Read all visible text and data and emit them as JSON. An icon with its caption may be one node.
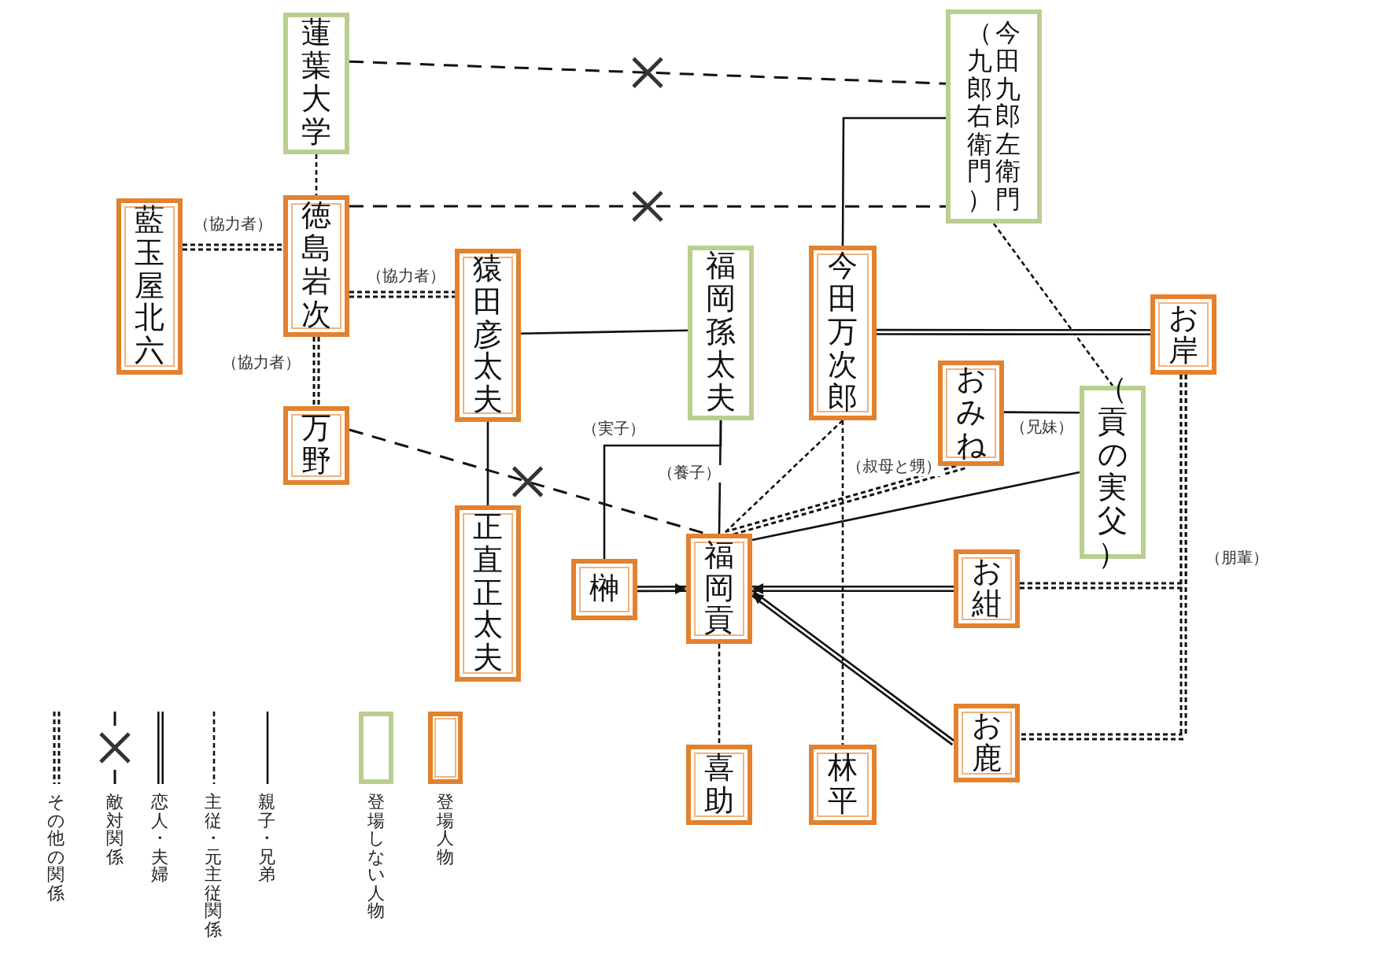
{
  "diagram": {
    "nodes": [
      {
        "text": [
          "蓮葉大学"
        ]
      },
      {
        "text": [
          "（九郎右衛門）",
          "今田九郎左衛門"
        ]
      },
      {
        "text": [
          "藍玉屋北六"
        ]
      },
      {
        "text": [
          "徳島岩次"
        ]
      },
      {
        "text": [
          "猿田彦太夫"
        ]
      },
      {
        "text": [
          "福岡孫太夫"
        ]
      },
      {
        "text": [
          "今田万次郎"
        ]
      },
      {
        "text": [
          "お岸"
        ]
      },
      {
        "text": [
          "おみね"
        ]
      },
      {
        "text": [
          "（貢の実父）"
        ]
      },
      {
        "text": [
          "万野"
        ]
      },
      {
        "text": [
          "正直正太夫"
        ]
      },
      {
        "text": [
          "榊"
        ]
      },
      {
        "text": [
          "福岡貢"
        ]
      },
      {
        "text": [
          "お紺"
        ]
      },
      {
        "text": [
          "お鹿"
        ]
      },
      {
        "text": [
          "喜助"
        ]
      },
      {
        "text": [
          "林平"
        ]
      }
    ],
    "edges": [
      {
        "from": 0,
        "to": 1,
        "arrow": "none",
        "style": "dashed"
      },
      {
        "from": 0,
        "to": 3,
        "arrow": "none",
        "style": "dashed"
      },
      {
        "from": 3,
        "to": 1,
        "arrow": "none",
        "style": "dashed"
      },
      {
        "from": 2,
        "to": 3,
        "arrow": "none",
        "style": "dashed",
        "label": "（協力者）"
      },
      {
        "from": 3,
        "to": 4,
        "arrow": "none",
        "style": "dashed",
        "label": "（協力者）"
      },
      {
        "from": 3,
        "to": 10,
        "arrow": "none",
        "style": "dashed",
        "label": "（協力者）"
      },
      {
        "from": 1,
        "to": 6,
        "arrow": "none"
      },
      {
        "from": 1,
        "to": 9,
        "arrow": "none",
        "style": "dashed"
      },
      {
        "from": 4,
        "to": 5,
        "arrow": "none"
      },
      {
        "from": 4,
        "to": 11,
        "arrow": "none"
      },
      {
        "from": 6,
        "to": 7,
        "arrow": "none",
        "style": "thick"
      },
      {
        "from": 8,
        "to": 9,
        "arrow": "none",
        "label": "（兄妹）"
      },
      {
        "from": 10,
        "to": 13,
        "arrow": "none",
        "style": "dashed"
      },
      {
        "from": 5,
        "to": 12,
        "arrow": "none",
        "label": "（実子）"
      },
      {
        "from": 5,
        "to": 13,
        "arrow": "none",
        "label": "（養子）"
      },
      {
        "from": 12,
        "to": 13,
        "arrow": "to",
        "style": "thick"
      },
      {
        "from": 6,
        "to": 13,
        "arrow": "none",
        "style": "dashed"
      },
      {
        "from": 8,
        "to": 13,
        "arrow": "none",
        "style": "dashed",
        "label": "（叔母と甥）"
      },
      {
        "from": 9,
        "to": 13,
        "arrow": "none"
      },
      {
        "from": 14,
        "to": 13,
        "arrow": "to",
        "style": "thick"
      },
      {
        "from": 15,
        "to": 13,
        "arrow": "to",
        "style": "thick"
      },
      {
        "from": 13,
        "to": 16,
        "arrow": "none",
        "style": "dashed"
      },
      {
        "from": 6,
        "to": 17,
        "arrow": "none",
        "style": "dashed"
      },
      {
        "from": 7,
        "to": 14,
        "arrow": "none",
        "style": "dashed",
        "label": "（朋輩）"
      },
      {
        "from": 7,
        "to": 15,
        "arrow": "none",
        "style": "dashed"
      }
    ],
    "legend": [
      {
        "text": "その他の関係"
      },
      {
        "text": "敵対関係"
      },
      {
        "text": "恋人・夫婦"
      },
      {
        "text": "主従・元主従関係"
      },
      {
        "text": "親子・兄弟"
      },
      {
        "text": "登場しない人物"
      },
      {
        "text": "登場人物"
      }
    ]
  }
}
